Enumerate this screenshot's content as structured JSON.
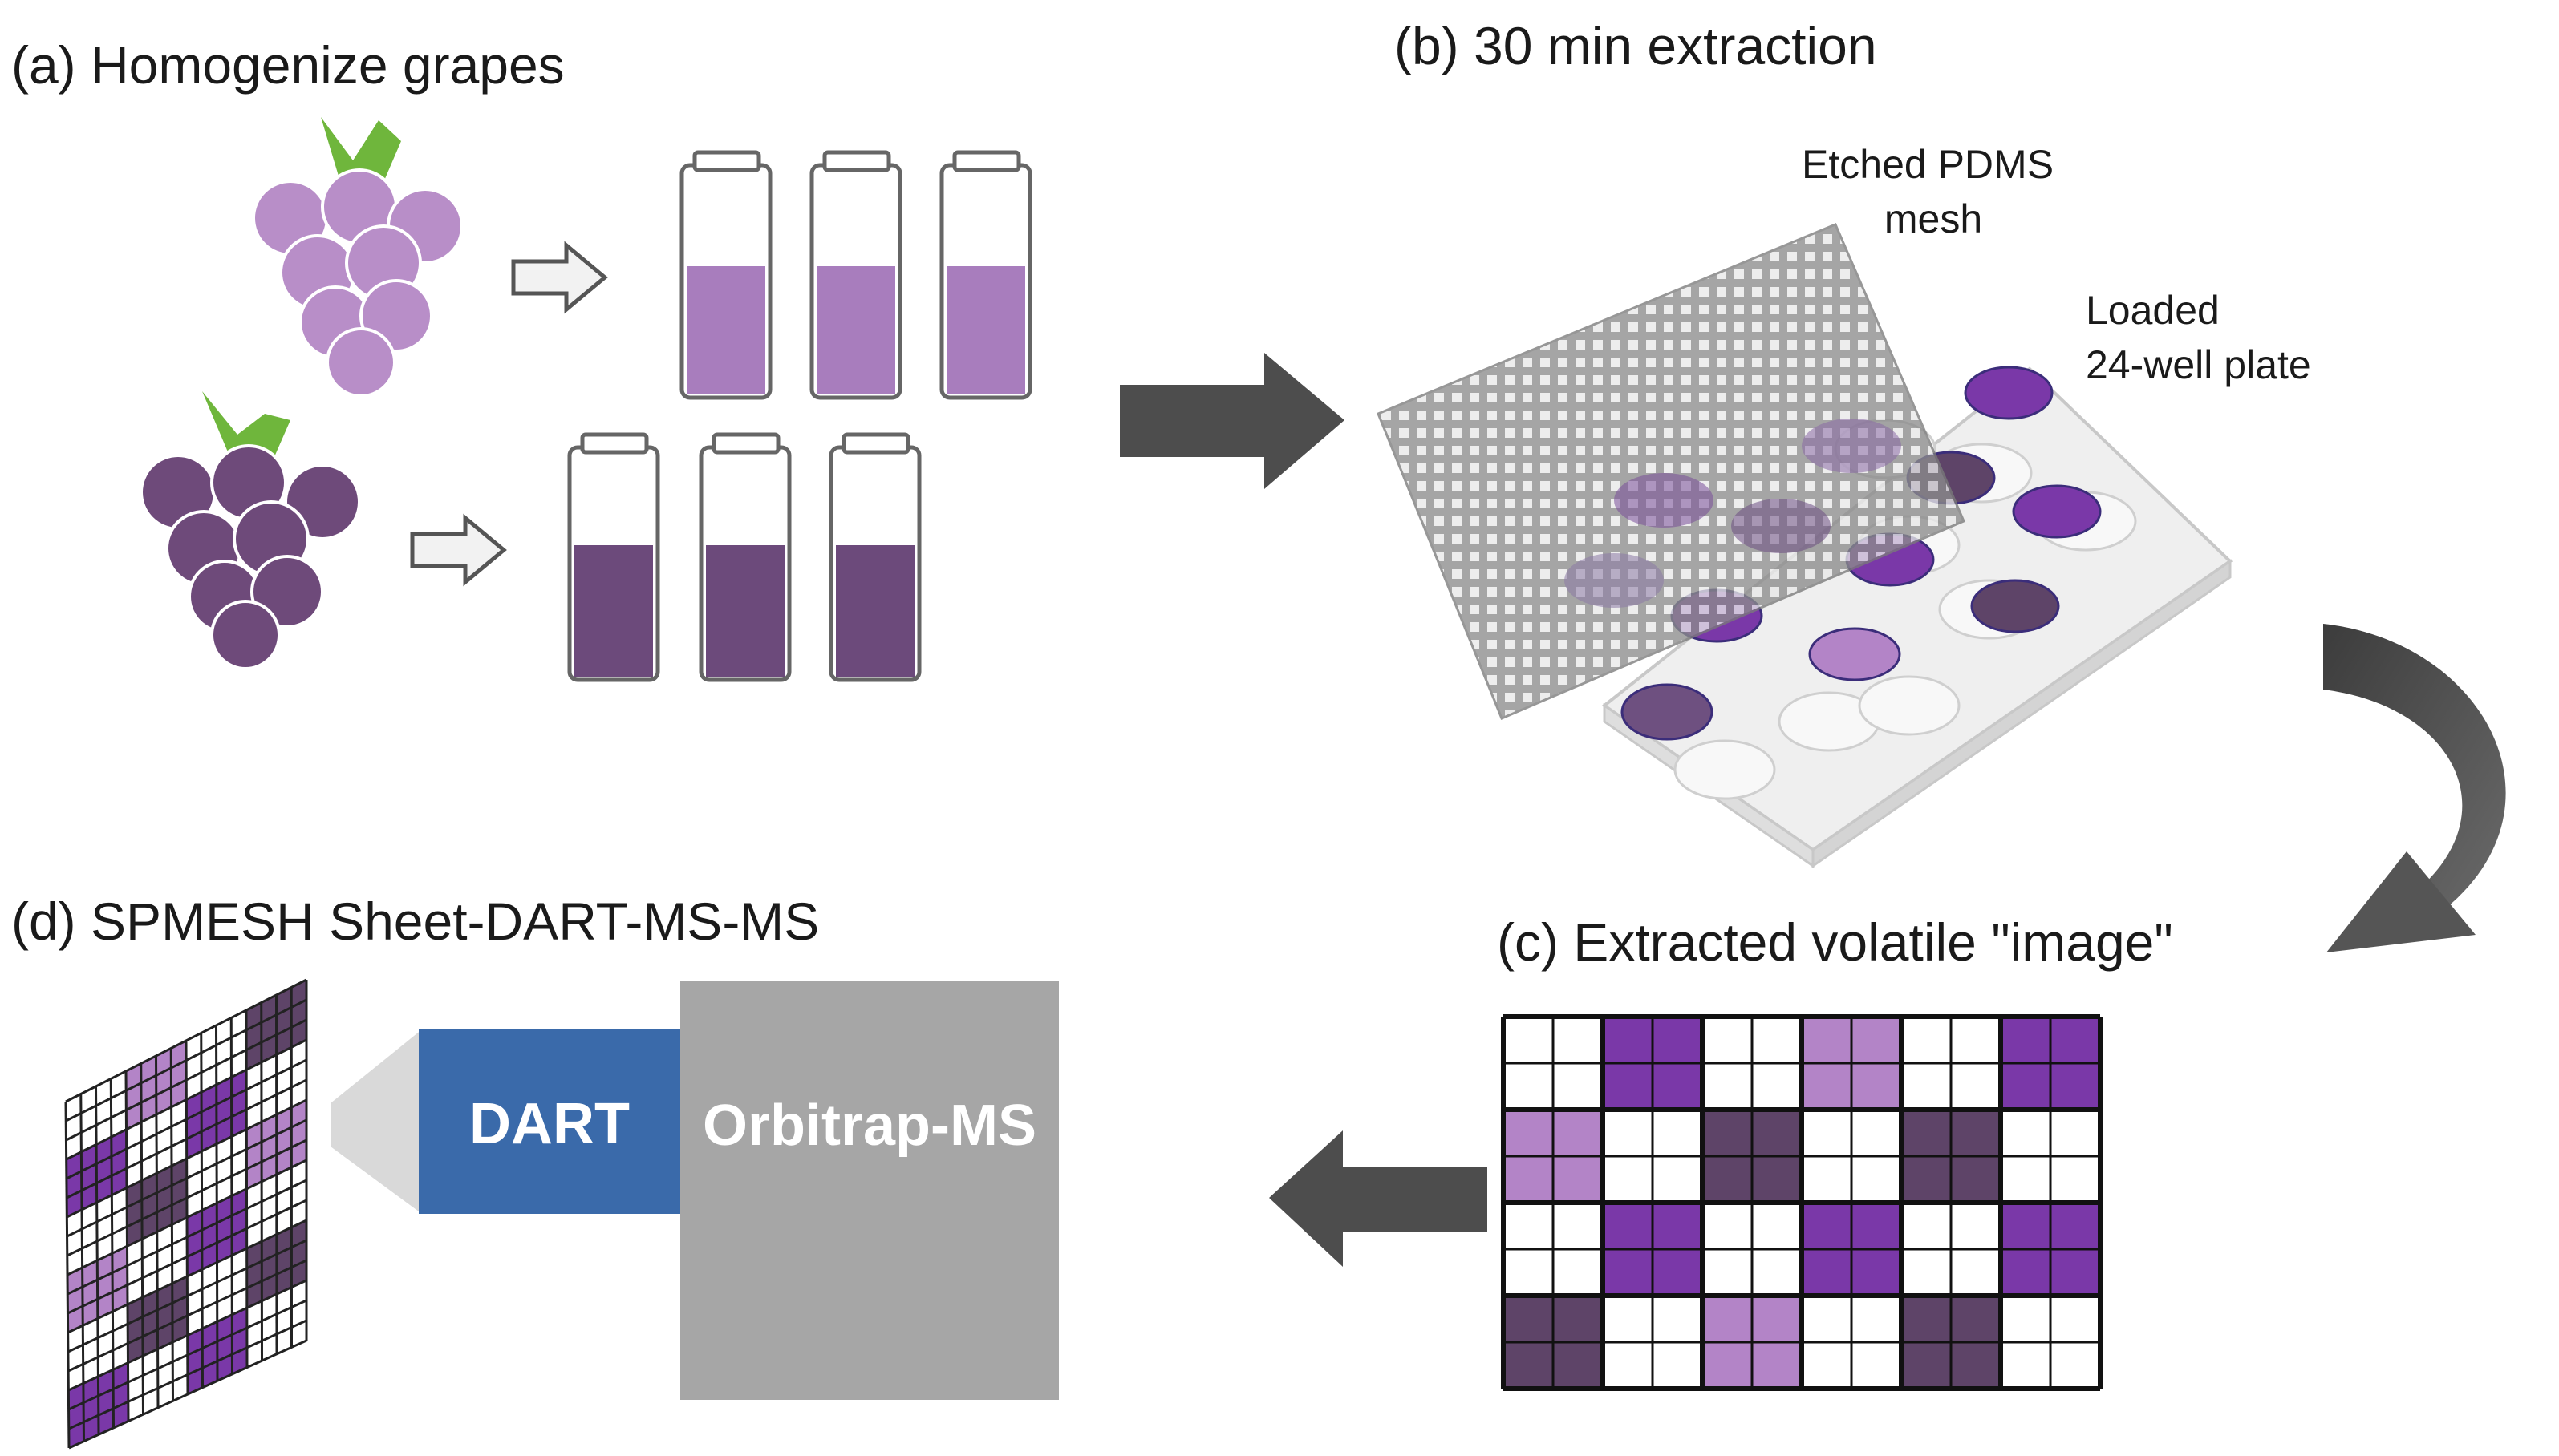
{
  "panels": {
    "a": {
      "label": "(a) Homogenize grapes"
    },
    "b": {
      "label": "(b) 30 min extraction",
      "mesh_label": [
        "Etched PDMS",
        "mesh"
      ],
      "plate_label": [
        "Loaded",
        "24-well plate"
      ]
    },
    "c": {
      "label": "(c) Extracted volatile \"image\"",
      "grid": [
        [
          "W",
          "P",
          "W",
          "L",
          "W",
          "P"
        ],
        [
          "L",
          "W",
          "D",
          "W",
          "D",
          "W"
        ],
        [
          "W",
          "P",
          "W",
          "P",
          "W",
          "P"
        ],
        [
          "D",
          "W",
          "L",
          "W",
          "D",
          "W"
        ]
      ]
    },
    "d": {
      "label": "(d) SPMESH Sheet-DART-MS-MS",
      "dart_label": "DART",
      "ms_label": "Orbitrap-MS"
    }
  },
  "colors": {
    "light_grape": "#b88ec8",
    "dark_grape": "#6e4a7a",
    "light_liquid": "#a87dbd",
    "dark_liquid": "#6c4a7b",
    "purple": "#7a38a8",
    "lavender": "#b384c7",
    "dark_purple": "#5e4468",
    "stem_green": "#6fb63c",
    "dart_blue": "#3a6aaa",
    "ms_gray": "#a6a6a6",
    "arrow_gray": "#4d4d4d"
  },
  "icons": [
    "grape-cluster-icon",
    "vial-icon",
    "hollow-arrow-icon",
    "block-arrow-icon",
    "curved-arrow-icon",
    "mesh-sheet-icon",
    "well-plate-icon"
  ]
}
